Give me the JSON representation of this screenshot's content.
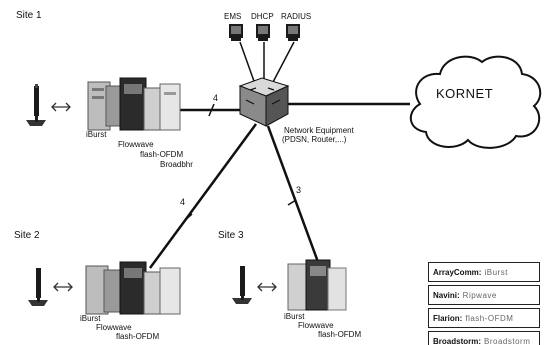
{
  "sites": {
    "site1": "Site 1",
    "site2": "Site 2",
    "site3": "Site 3"
  },
  "servers": [
    "EMS",
    "DHCP",
    "RADIUS"
  ],
  "network_equipment": {
    "title": "Network Equipment",
    "subtitle": "(PDSN, Router,...)"
  },
  "cloud": "KORNET",
  "link_counts": {
    "site1": "4",
    "site2": "4",
    "site3": "3"
  },
  "site1_labels": [
    "iBurst",
    "Flowwave",
    "flash-OFDM",
    "Broadbhr"
  ],
  "site2_labels": [
    "iBurst",
    "Flowwave",
    "flash-OFDM"
  ],
  "site3_labels": [
    "iBurst",
    "Flowwave",
    "flash-OFDM"
  ],
  "legend": [
    {
      "key": "ArrayComm:",
      "value": "iBurst"
    },
    {
      "key": "Navini:",
      "value": "Ripwave"
    },
    {
      "key": "Flarion:",
      "value": "flash-OFDM"
    },
    {
      "key": "Broadstorm:",
      "value": "Broadstorm"
    }
  ]
}
